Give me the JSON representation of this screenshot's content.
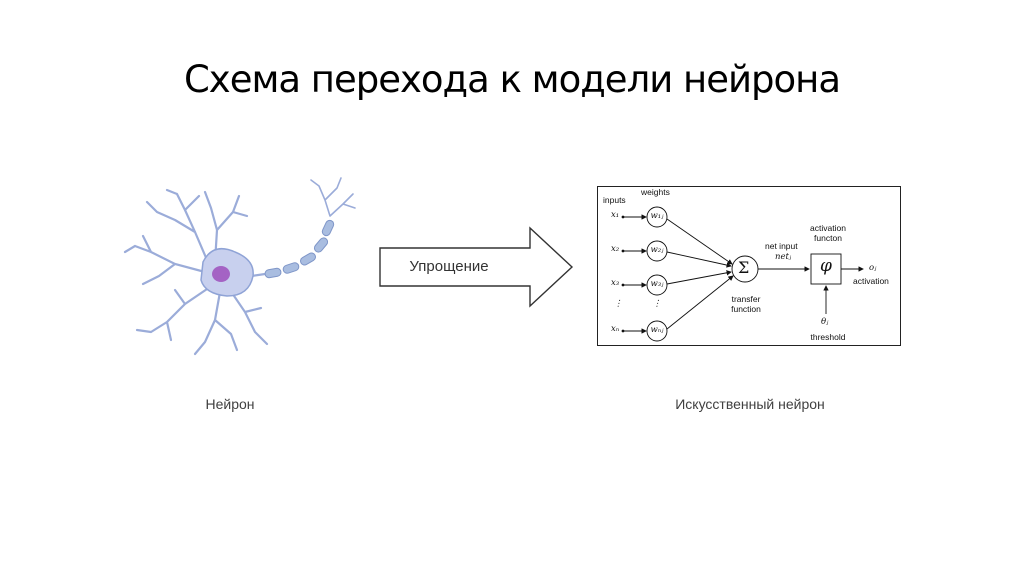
{
  "title": "Схема перехода к модели нейрона",
  "arrow_label": "Упрощение",
  "captions": {
    "neuron": "Нейрон",
    "artificial": "Искусственный нейрон"
  },
  "model": {
    "inputs_label": "inputs",
    "weights_label": "weights",
    "inputs": [
      {
        "x": "x₁",
        "w": "w₁ⱼ"
      },
      {
        "x": "x₂",
        "w": "w₂ⱼ"
      },
      {
        "x": "x₃",
        "w": "w₃ⱼ"
      },
      {
        "x": "⋮",
        "w": "⋮"
      },
      {
        "x": "xₙ",
        "w": "wₙⱼ"
      }
    ],
    "sum_symbol": "Σ",
    "transfer_line1": "transfer",
    "transfer_line2": "function",
    "net_input_label": "net input",
    "net_symbol": "netⱼ",
    "activation_symbol": "φ",
    "activation_func_line1": "activation",
    "activation_func_line2": "functon",
    "output_symbol": "oⱼ",
    "output_label": "activation",
    "threshold_symbol": "θⱼ",
    "threshold_label": "threshold"
  },
  "colors": {
    "neuron_body": "#c8d0ee",
    "neuron_outline": "#8fa3d6",
    "nucleus": "#a463c4",
    "axon_segment": "#a9bde0"
  }
}
